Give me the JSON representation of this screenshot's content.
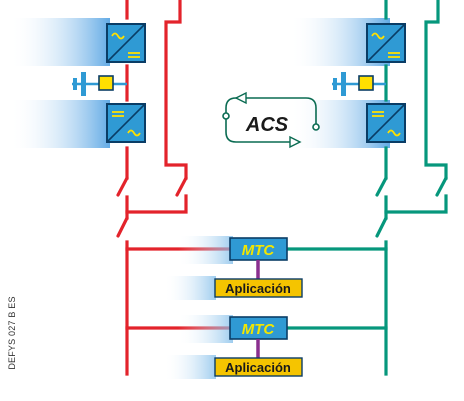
{
  "figure_code": "DEFYS 027 B ES",
  "acs_label": "ACS",
  "mtc_blocks": [
    {
      "label": "MTC",
      "app_label": "Aplicación"
    },
    {
      "label": "MTC",
      "app_label": "Aplicación"
    }
  ],
  "colors": {
    "red_line": "#e3232b",
    "green_line": "#06977c",
    "converter_fill": "#2f9ad4",
    "converter_stroke": "#0a3d66",
    "glow_blue": "#5aa6e4",
    "app_fill": "#f5c400",
    "battery_yellow": "#ffe000",
    "stub_purple": "#8a2f8f",
    "mtc_text": "#f3e600"
  },
  "icons": {
    "rectifier": "ac-dc-converter-icon",
    "inverter": "dc-ac-converter-icon",
    "battery": "battery-icon",
    "switch": "switch-icon",
    "acs_arrows": "cycle-arrows-icon"
  }
}
